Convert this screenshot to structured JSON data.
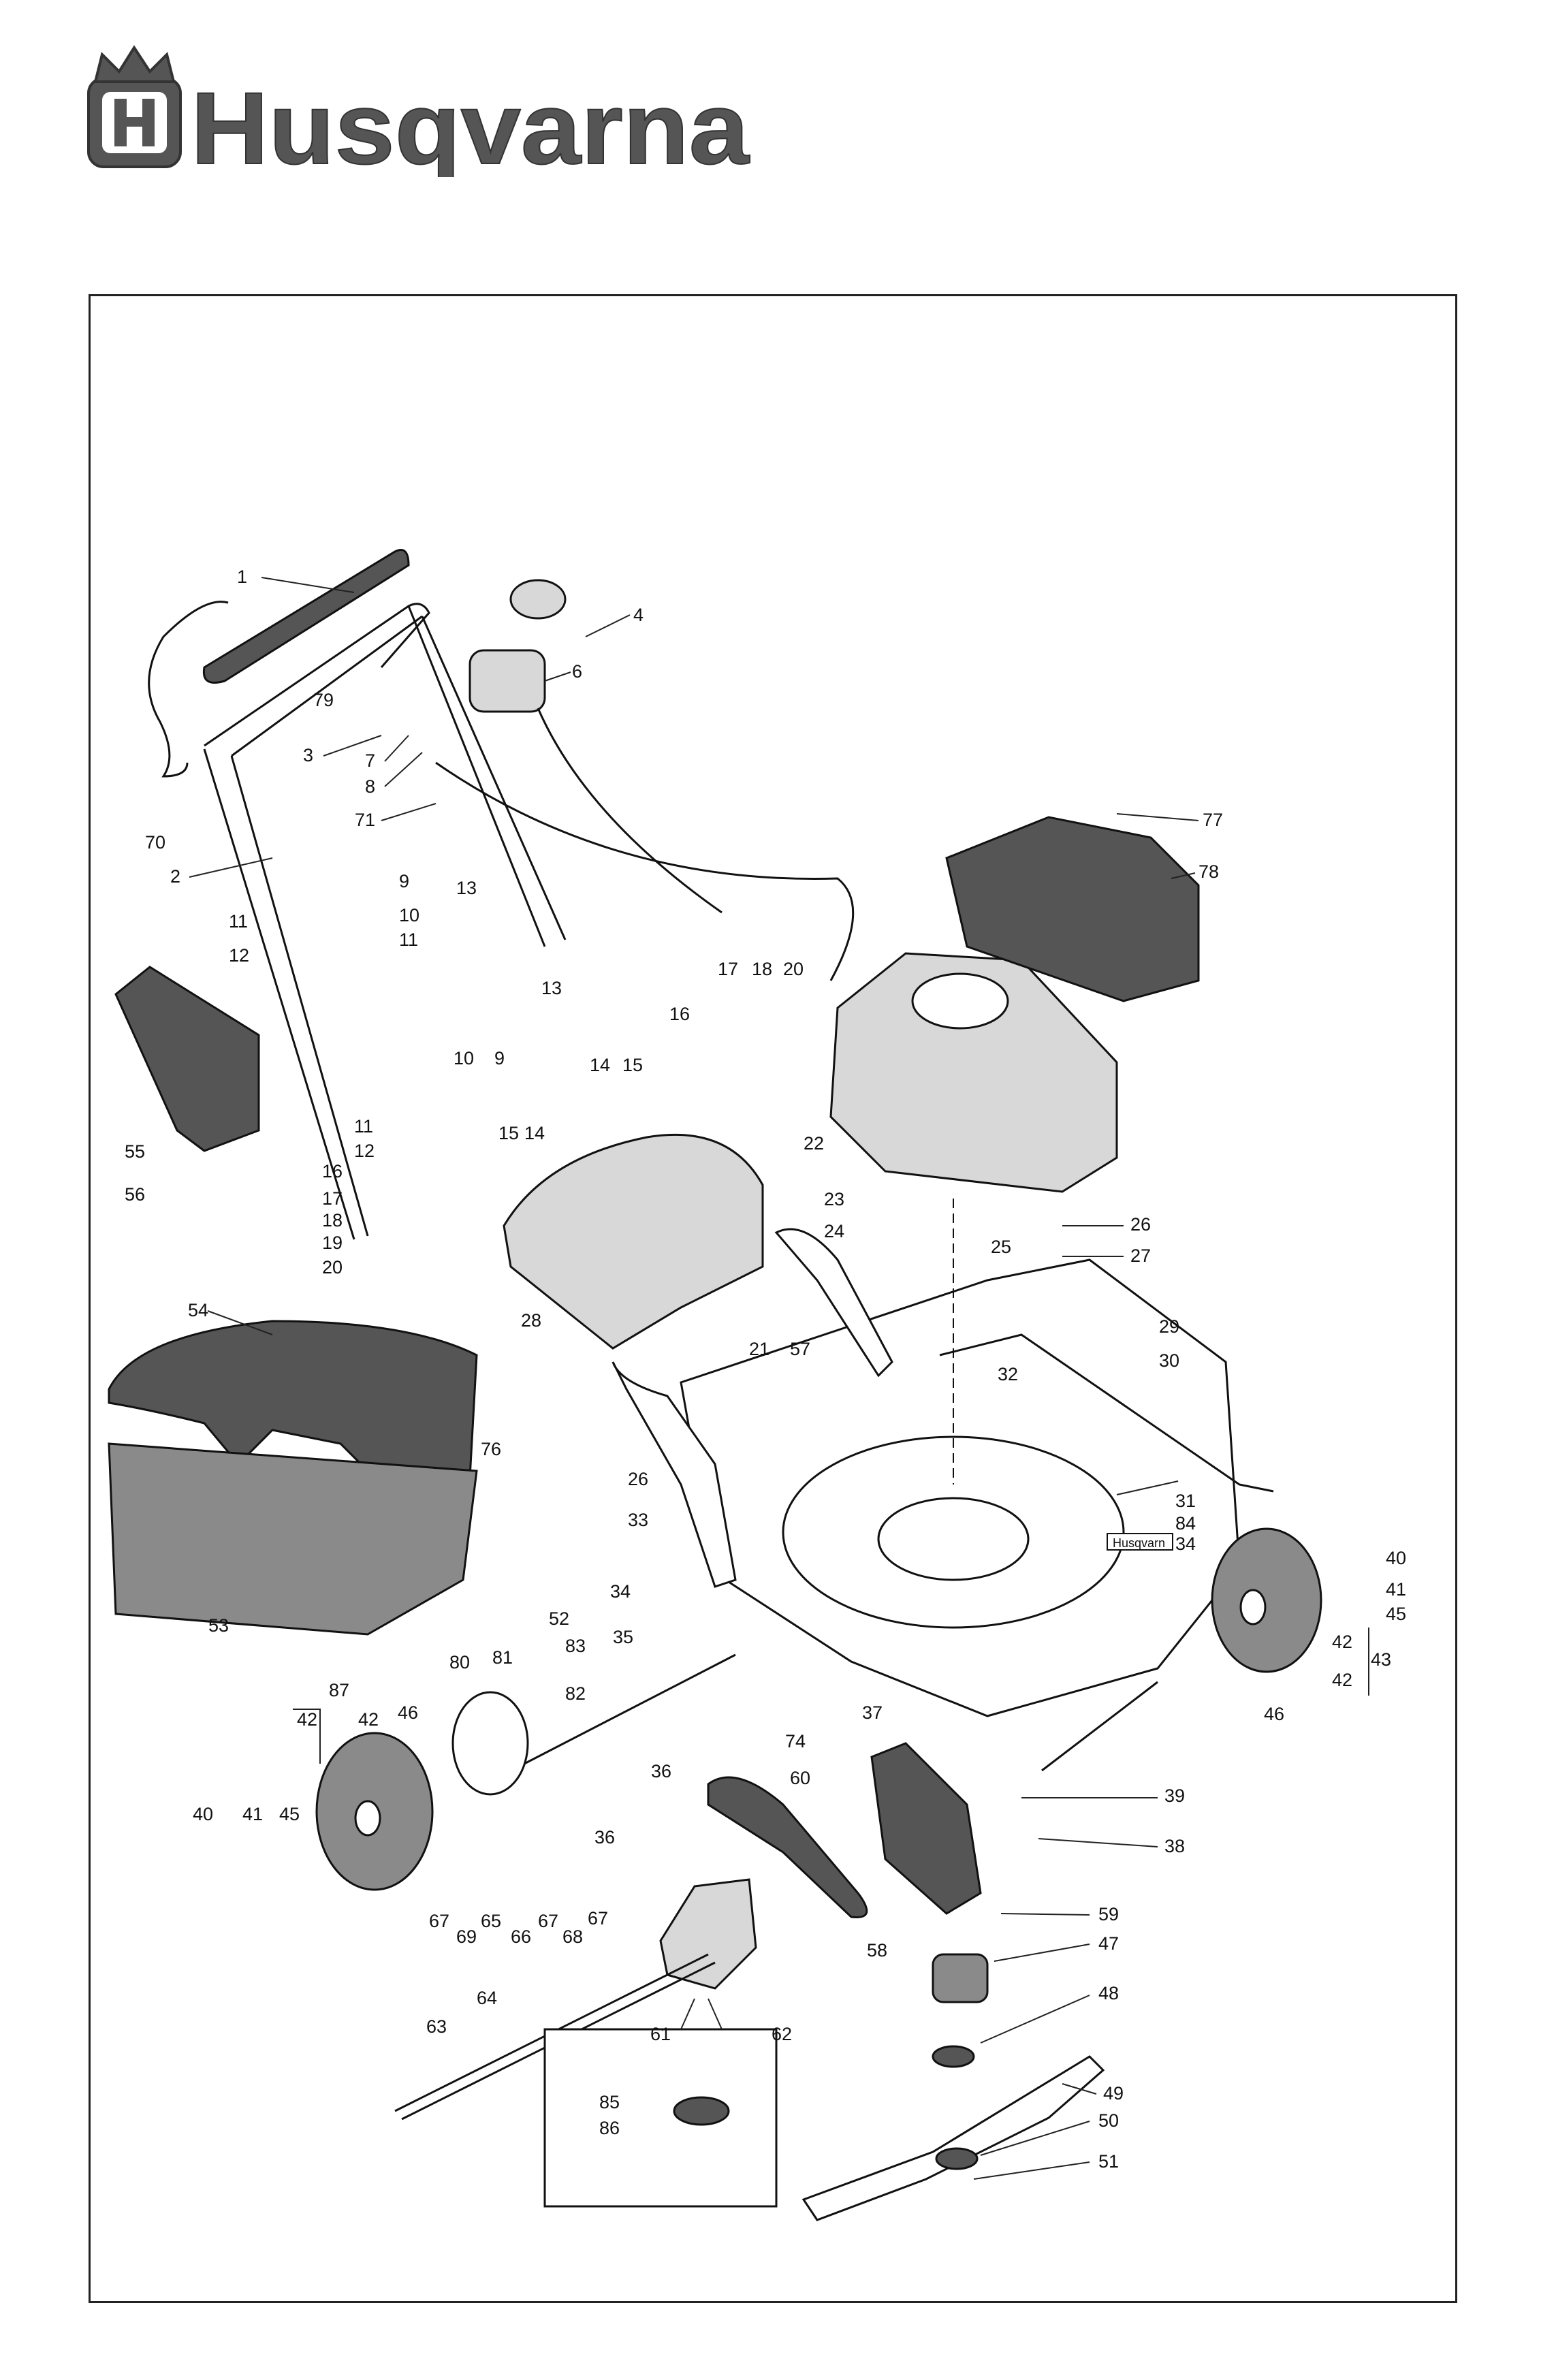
{
  "brand": {
    "name": "Husqvarna",
    "colors": {
      "logo": "#555555",
      "ink": "#111111",
      "paper": "#ffffff"
    }
  },
  "diagram": {
    "decal_text": "Husqvarn",
    "callouts": [
      {
        "id": "c1",
        "text": "1"
      },
      {
        "id": "c2",
        "text": "2"
      },
      {
        "id": "c3",
        "text": "3"
      },
      {
        "id": "c4",
        "text": "4"
      },
      {
        "id": "c6",
        "text": "6"
      },
      {
        "id": "c7",
        "text": "7"
      },
      {
        "id": "c8",
        "text": "8"
      },
      {
        "id": "c9a",
        "text": "9"
      },
      {
        "id": "c10a",
        "text": "10"
      },
      {
        "id": "c11a",
        "text": "11"
      },
      {
        "id": "c11b",
        "text": "11"
      },
      {
        "id": "c12a",
        "text": "12"
      },
      {
        "id": "c13a",
        "text": "13"
      },
      {
        "id": "c13b",
        "text": "13"
      },
      {
        "id": "c14a",
        "text": "14"
      },
      {
        "id": "c15a",
        "text": "15"
      },
      {
        "id": "c16a",
        "text": "16"
      },
      {
        "id": "c17a",
        "text": "17"
      },
      {
        "id": "c18a",
        "text": "18"
      },
      {
        "id": "c20a",
        "text": "20"
      },
      {
        "id": "c70",
        "text": "70"
      },
      {
        "id": "c71",
        "text": "71"
      },
      {
        "id": "c79",
        "text": "79"
      },
      {
        "id": "c77",
        "text": "77"
      },
      {
        "id": "c78",
        "text": "78"
      },
      {
        "id": "c10b",
        "text": "10"
      },
      {
        "id": "c9b",
        "text": "9"
      },
      {
        "id": "c11c",
        "text": "11"
      },
      {
        "id": "c12b",
        "text": "12"
      },
      {
        "id": "c15b",
        "text": "15"
      },
      {
        "id": "c14b",
        "text": "14"
      },
      {
        "id": "c16b",
        "text": "16"
      },
      {
        "id": "c17b",
        "text": "17"
      },
      {
        "id": "c18b",
        "text": "18"
      },
      {
        "id": "c19",
        "text": "19"
      },
      {
        "id": "c20b",
        "text": "20"
      },
      {
        "id": "c55",
        "text": "55"
      },
      {
        "id": "c56",
        "text": "56"
      },
      {
        "id": "c22",
        "text": "22"
      },
      {
        "id": "c23",
        "text": "23"
      },
      {
        "id": "c24",
        "text": "24"
      },
      {
        "id": "c25",
        "text": "25"
      },
      {
        "id": "c26a",
        "text": "26"
      },
      {
        "id": "c27",
        "text": "27"
      },
      {
        "id": "c28",
        "text": "28"
      },
      {
        "id": "c29",
        "text": "29"
      },
      {
        "id": "c30",
        "text": "30"
      },
      {
        "id": "c54",
        "text": "54"
      },
      {
        "id": "c21",
        "text": "21"
      },
      {
        "id": "c57",
        "text": "57"
      },
      {
        "id": "c32",
        "text": "32"
      },
      {
        "id": "c76",
        "text": "76"
      },
      {
        "id": "c26b",
        "text": "26"
      },
      {
        "id": "c31",
        "text": "31"
      },
      {
        "id": "c84",
        "text": "84"
      },
      {
        "id": "c34a",
        "text": "34"
      },
      {
        "id": "c33",
        "text": "33"
      },
      {
        "id": "c40a",
        "text": "40"
      },
      {
        "id": "c41a",
        "text": "41"
      },
      {
        "id": "c45a",
        "text": "45"
      },
      {
        "id": "c34b",
        "text": "34"
      },
      {
        "id": "c53",
        "text": "53"
      },
      {
        "id": "c52",
        "text": "52"
      },
      {
        "id": "c35",
        "text": "35"
      },
      {
        "id": "c83",
        "text": "83"
      },
      {
        "id": "c80",
        "text": "80"
      },
      {
        "id": "c81",
        "text": "81"
      },
      {
        "id": "c82",
        "text": "82"
      },
      {
        "id": "c42a",
        "text": "42"
      },
      {
        "id": "c43",
        "text": "43"
      },
      {
        "id": "c42b",
        "text": "42"
      },
      {
        "id": "c87",
        "text": "87"
      },
      {
        "id": "c46a",
        "text": "46"
      },
      {
        "id": "c42c",
        "text": "42"
      },
      {
        "id": "c42d",
        "text": "42"
      },
      {
        "id": "c37",
        "text": "37"
      },
      {
        "id": "c46b",
        "text": "46"
      },
      {
        "id": "c74",
        "text": "74"
      },
      {
        "id": "c36a",
        "text": "36"
      },
      {
        "id": "c60",
        "text": "60"
      },
      {
        "id": "c39",
        "text": "39"
      },
      {
        "id": "c40b",
        "text": "40"
      },
      {
        "id": "c41b",
        "text": "41"
      },
      {
        "id": "c45b",
        "text": "45"
      },
      {
        "id": "c36b",
        "text": "36"
      },
      {
        "id": "c38",
        "text": "38"
      },
      {
        "id": "c67a",
        "text": "67"
      },
      {
        "id": "c65",
        "text": "65"
      },
      {
        "id": "c66",
        "text": "66"
      },
      {
        "id": "c67b",
        "text": "67"
      },
      {
        "id": "c67c",
        "text": "67"
      },
      {
        "id": "c69",
        "text": "69"
      },
      {
        "id": "c68",
        "text": "68"
      },
      {
        "id": "c59",
        "text": "59"
      },
      {
        "id": "c58",
        "text": "58"
      },
      {
        "id": "c47",
        "text": "47"
      },
      {
        "id": "c64",
        "text": "64"
      },
      {
        "id": "c63",
        "text": "63"
      },
      {
        "id": "c61",
        "text": "61"
      },
      {
        "id": "c62",
        "text": "62"
      },
      {
        "id": "c48",
        "text": "48"
      },
      {
        "id": "c49",
        "text": "49"
      },
      {
        "id": "c85",
        "text": "85"
      },
      {
        "id": "c86",
        "text": "86"
      },
      {
        "id": "c50",
        "text": "50"
      },
      {
        "id": "c51",
        "text": "51"
      }
    ]
  }
}
